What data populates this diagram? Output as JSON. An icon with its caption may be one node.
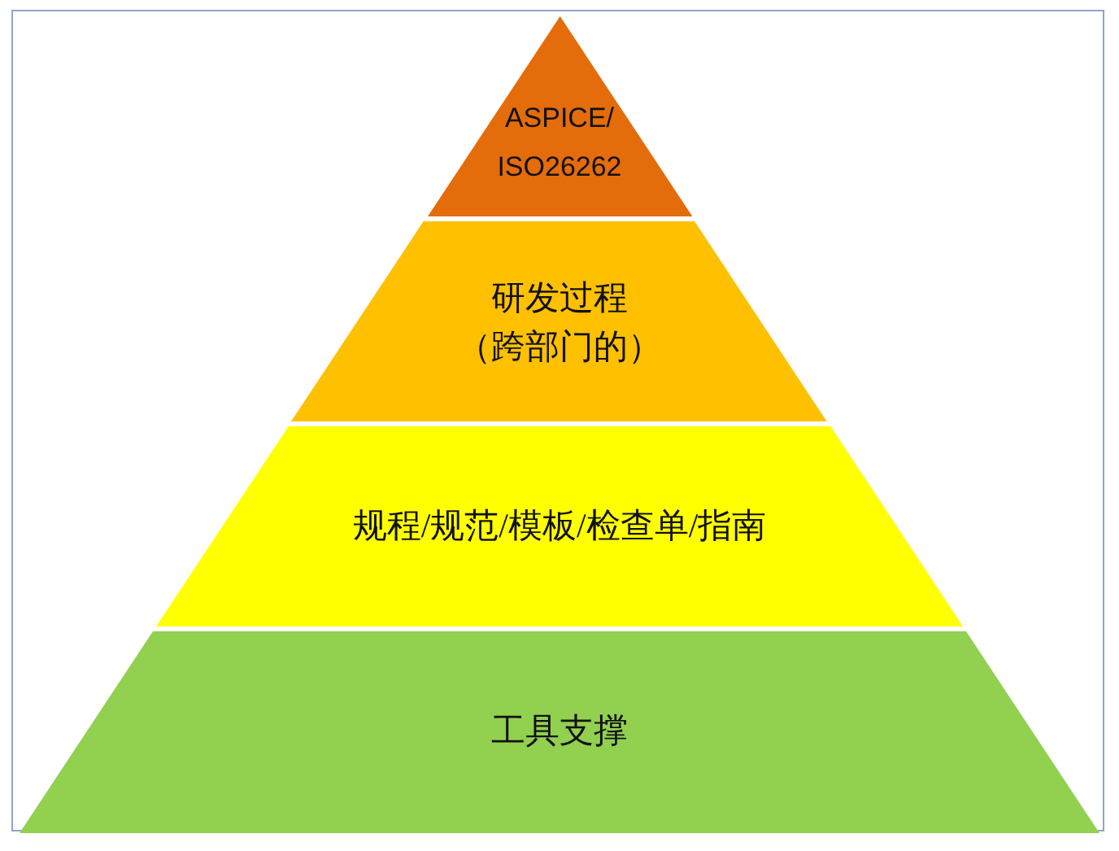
{
  "diagram": {
    "nodes": [
      {
        "text": [
          "ASPICE/ ISO26262"
        ]
      },
      {
        "text": [
          "研发过程（跨部门的）"
        ]
      },
      {
        "text": [
          "规程/规范/模板/检查单/指南"
        ]
      },
      {
        "text": [
          "工具支撑"
        ]
      }
    ]
  }
}
